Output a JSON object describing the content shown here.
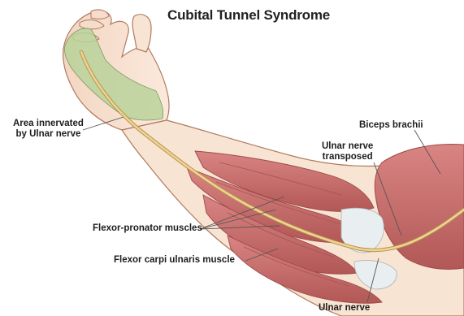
{
  "title": "Cubital Tunnel Syndrome",
  "labels": {
    "area_innervated": [
      "Area innervated",
      "by Ulnar nerve"
    ],
    "biceps": "Biceps brachii",
    "ulnar_transposed": [
      "Ulnar nerve",
      "transposed"
    ],
    "flexor_pronator": "Flexor-pronator muscles",
    "flexor_carpi": "Flexor carpi ulnaris muscle",
    "ulnar_nerve": "Ulnar nerve"
  },
  "colors": {
    "skin": "#f8e4d3",
    "skin_outline": "#b07a60",
    "muscle": "#c96a68",
    "muscle_dark": "#9e4a4a",
    "tendon": "#e9eef0",
    "nerve": "#e8cc8a",
    "innervated_area": "#b9d29a"
  }
}
